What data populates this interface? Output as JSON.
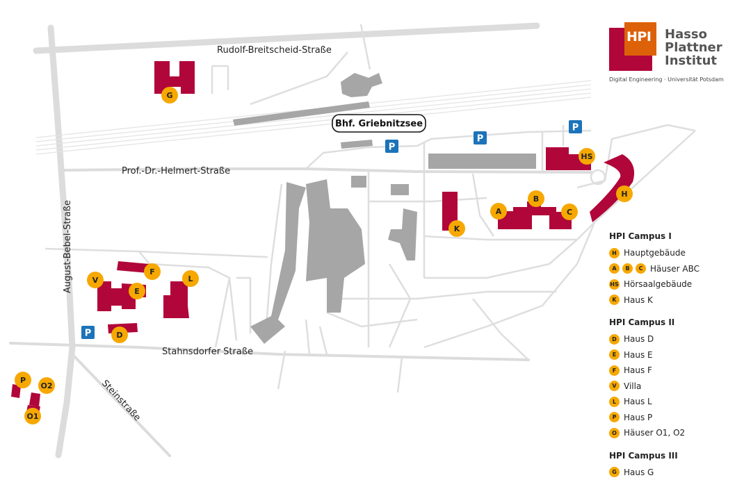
{
  "colors": {
    "building": "#b1063a",
    "other_building": "#a6a6a6",
    "marker": "#f6a800",
    "parking": "#1c73b9",
    "road": "#dcdcdc",
    "path": "#dedede"
  },
  "roads": {
    "rudolf": "Rudolf-Breitscheid-Straße",
    "helmert": "Prof.-Dr.-Helmert-Straße",
    "bebel": "August-Bebel-Straße",
    "stahnsdorfer": "Stahnsdorfer Straße",
    "stein": "Steinstraße"
  },
  "station": {
    "label": "Bhf. Griebnitzsee"
  },
  "parking_label": "P",
  "markers": {
    "G": "G",
    "HS": "HS",
    "H": "H",
    "A": "A",
    "B": "B",
    "C": "C",
    "K": "K",
    "V": "V",
    "F": "F",
    "L": "L",
    "E": "E",
    "D": "D",
    "P": "P",
    "O2": "O2",
    "O1": "O1"
  },
  "logo": {
    "hpi": "HPI",
    "line1": "Hasso",
    "line2": "Plattner",
    "line3": "Institut",
    "tagline": "Digital Engineering · Universität Potsdam"
  },
  "legend": {
    "campus1": {
      "title": "HPI Campus I",
      "items": [
        {
          "badges": [
            "H"
          ],
          "label": "Hauptgebäude"
        },
        {
          "badges": [
            "A",
            "B",
            "C"
          ],
          "label": "Häuser ABC"
        },
        {
          "badges": [
            "HS"
          ],
          "label": "Hörsaalgebäude"
        },
        {
          "badges": [
            "K"
          ],
          "label": "Haus K"
        }
      ]
    },
    "campus2": {
      "title": "HPI Campus II",
      "items": [
        {
          "badges": [
            "D"
          ],
          "label": "Haus D"
        },
        {
          "badges": [
            "E"
          ],
          "label": "Haus E"
        },
        {
          "badges": [
            "F"
          ],
          "label": "Haus F"
        },
        {
          "badges": [
            "V"
          ],
          "label": "Villa"
        },
        {
          "badges": [
            "L"
          ],
          "label": "Haus L"
        },
        {
          "badges": [
            "P"
          ],
          "label": "Haus P"
        },
        {
          "badges": [
            "O"
          ],
          "label": "Häuser O1, O2"
        }
      ]
    },
    "campus3": {
      "title": "HPI Campus III",
      "items": [
        {
          "badges": [
            "G"
          ],
          "label": "Haus G"
        }
      ]
    }
  }
}
